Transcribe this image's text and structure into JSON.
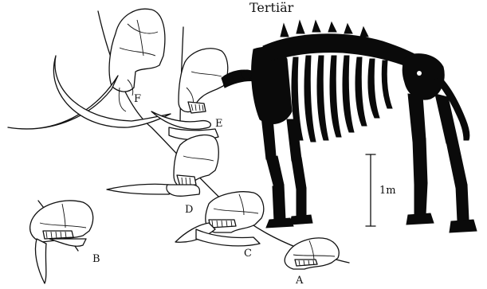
{
  "figure": {
    "title": "Tertiär",
    "scale_bar_label": "1m",
    "labels": {
      "a": "A",
      "b": "B",
      "c": "C",
      "d": "D",
      "e": "E",
      "f": "F"
    }
  }
}
